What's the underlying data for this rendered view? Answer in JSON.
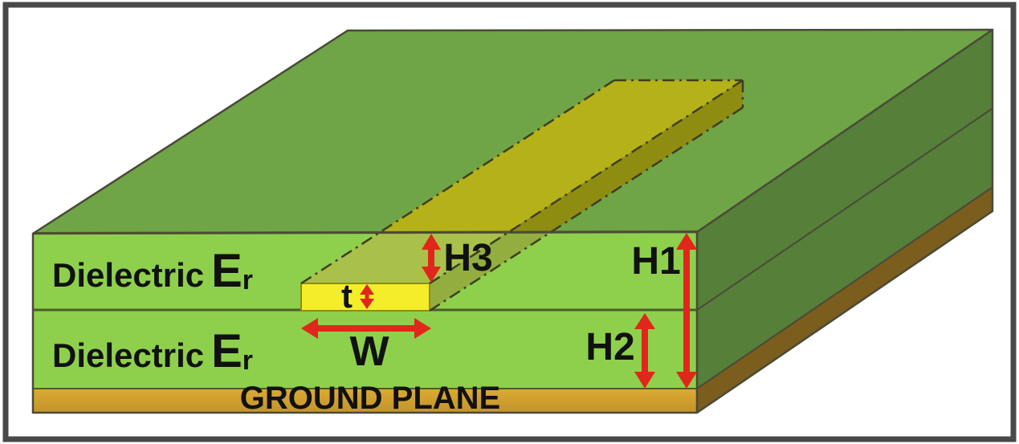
{
  "diagram": {
    "type": "embedded-microstrip-cross-section",
    "labels": {
      "dielectric": "Dielectric",
      "er_main": "E",
      "er_sub": "r",
      "h1": "H1",
      "h2": "H2",
      "h3": "H3",
      "thickness": "t",
      "width": "W",
      "ground": "GROUND PLANE"
    },
    "colors": {
      "frame_border": "#494949",
      "board_top": "#6fa546",
      "dielectric_front": "#8ed04c",
      "dielectric_side": "#567f3a",
      "ground_front_light": "#dcaa33",
      "ground_front_dark": "#c2942a",
      "ground_side": "#7b5d1d",
      "trace_front": "#f4ed2a",
      "trace_top": "#b5b118",
      "trace_side": "#8f8c12",
      "trace_ghost_top": "#a9c14a",
      "trace_ghost_side": "#91ae3f",
      "outline": "#4a4a38",
      "layer_line": "#4d5c29",
      "hidden_line": "#3e3e20",
      "arrow": "#e0271b"
    }
  }
}
